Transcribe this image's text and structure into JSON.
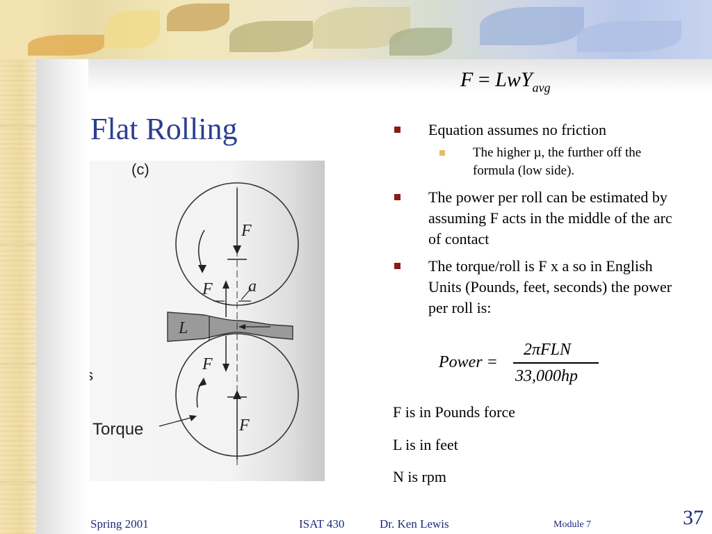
{
  "slide": {
    "title": "Flat Rolling",
    "formula_top": {
      "F": "F",
      "eq": " = ",
      "rhs": "LwY",
      "sub": "avg"
    },
    "figure": {
      "panel_label": "(c)",
      "force_label": "F",
      "angle_label": "a",
      "length_label": "L",
      "torque_label": "Torque",
      "edge_fragment": "s"
    },
    "bullets": [
      {
        "level": 1,
        "text": "Equation assumes no friction"
      },
      {
        "level": 2,
        "text": "The higher µ, the further off the formula (low side)."
      },
      {
        "level": 1,
        "text": "The power per roll can be estimated by assuming F acts in the middle of the arc of contact"
      },
      {
        "level": 1,
        "text": "The torque/roll is F x a so in English Units (Pounds, feet, seconds) the power per roll is:"
      }
    ],
    "power_equation": {
      "lhs": "Power =",
      "numerator": "2πFLN",
      "denominator": "33,000hp"
    },
    "notes": [
      "F is in Pounds force",
      "L is in feet",
      "N is rpm"
    ],
    "footer": {
      "date": "Spring 2001",
      "course": "ISAT 430",
      "instructor": "Dr. Ken Lewis",
      "module": "Module 7",
      "page_number": "37"
    },
    "colors": {
      "title": "#2b3f8f",
      "bullet": "#8b1a1a",
      "sub_bullet": "#e8b96a",
      "footer": "#1a2a7a"
    }
  }
}
